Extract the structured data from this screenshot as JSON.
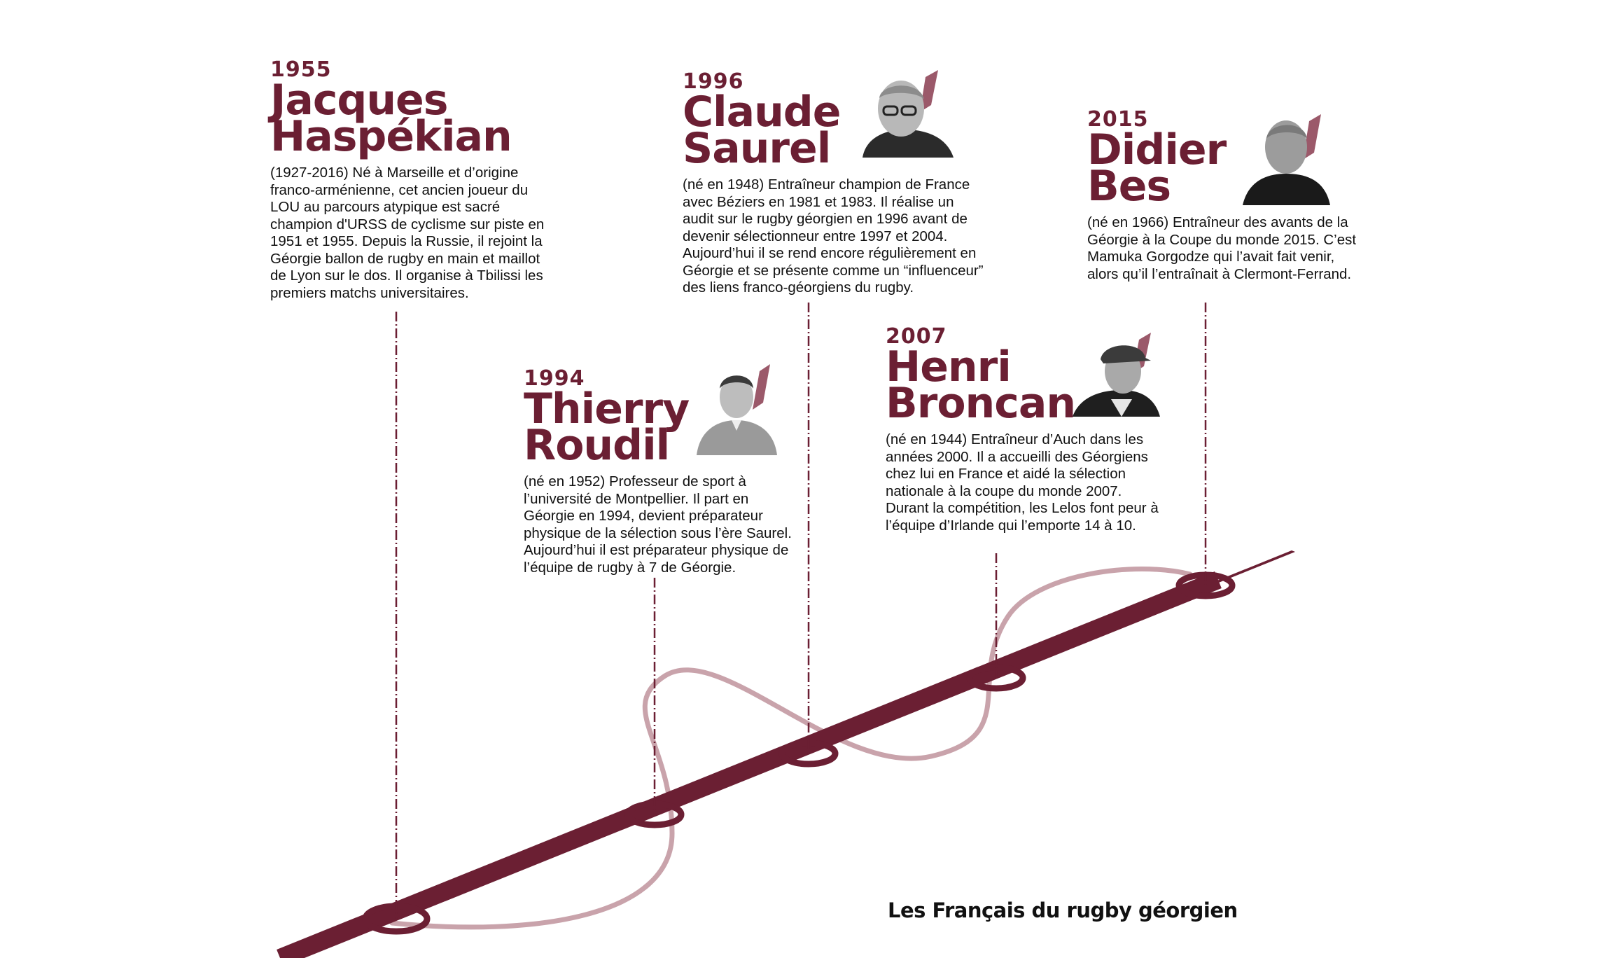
{
  "title": "Les Français du rugby géorgien",
  "colors": {
    "accent": "#6b1f33",
    "loop": "#c9a3ab",
    "text": "#111111"
  },
  "timeline": [
    {
      "year": "1955",
      "name_line1": "Jacques",
      "name_line2": "Haspékian",
      "bio": "(1927-2016) Né à Marseille et d’origine franco-arménienne, cet ancien joueur du LOU au parcours atypique est sacré champion d'URSS de cyclisme sur piste en 1951 et 1955. Depuis la Russie, il rejoint la Géorgie ballon de rugby en main et maillot de Lyon sur le dos. Il organise à Tbilissi les premiers matchs universitaires.",
      "has_photo": false
    },
    {
      "year": "1994",
      "name_line1": "Thierry",
      "name_line2": "Roudil",
      "bio": "(né en 1952) Professeur de sport à l’université de Montpellier. Il part en Géorgie en 1994, devient préparateur physique de la sélection sous l’ère Saurel. Aujourd’hui il est préparateur physique de l’équipe de rugby à 7 de Géorgie.",
      "has_photo": true
    },
    {
      "year": "1996",
      "name_line1": "Claude",
      "name_line2": "Saurel",
      "bio": "(né en 1948) Entraîneur champion de France avec Béziers en 1981 et 1983. Il réalise un audit sur le rugby géorgien en 1996 avant de devenir sélectionneur entre 1997 et 2004. Aujourd’hui il se rend encore régulièrement en Géorgie et se présente comme un “influenceur” des liens franco-géorgiens du rugby.",
      "has_photo": true
    },
    {
      "year": "2007",
      "name_line1": "Henri",
      "name_line2": "Broncan",
      "bio": "(né en 1944) Entraîneur d’Auch dans les années 2000. Il a accueilli des Géorgiens chez lui en France et aidé la sélection nationale à la coupe du monde 2007. Durant la compétition, les Lelos font peur à l’équipe d’Irlande qui l’emporte 14 à 10.",
      "has_photo": true
    },
    {
      "year": "2015",
      "name_line1": "Didier",
      "name_line2": "Bes",
      "bio": "(né en 1966) Entraîneur des avants de la Géorgie à la Coupe du monde 2015. C’est Mamuka Gorgodze qui l’avait fait venir, alors qu’il l’entraînait à Clermont-Ferrand.",
      "has_photo": true
    }
  ]
}
